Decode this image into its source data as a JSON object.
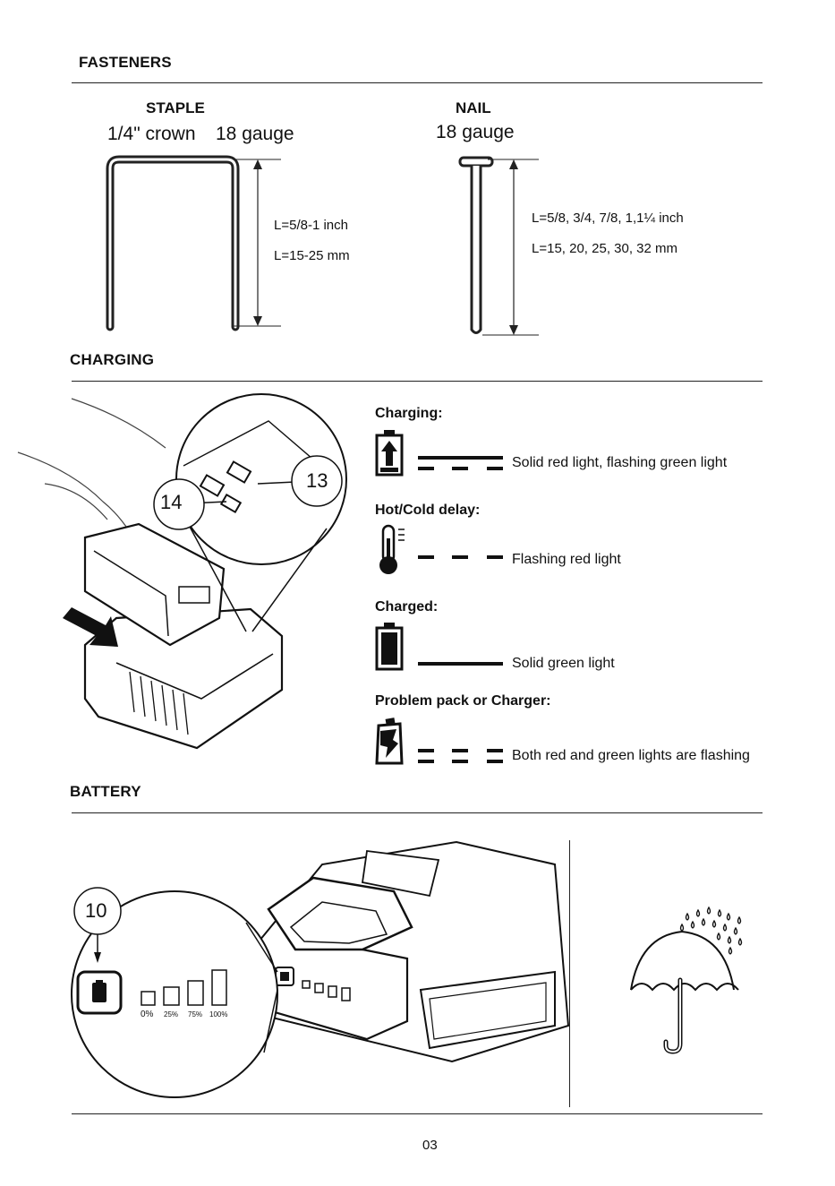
{
  "sections": {
    "fasteners": "FASTENERS",
    "charging": "CHARGING",
    "battery": "BATTERY"
  },
  "staple": {
    "title": "STAPLE",
    "crown": "1/4\" crown",
    "gauge": "18 gauge",
    "length_in": "L=5/8-1 inch",
    "length_mm": "L=15-25 mm"
  },
  "nail": {
    "title": "NAIL",
    "gauge": "18 gauge",
    "length_in": "L=5/8, 3/4, 7/8, 1,1¼ inch",
    "length_mm": "L=15, 20, 25, 30, 32 mm"
  },
  "charging_callouts": {
    "left": "14",
    "right": "13"
  },
  "indicators": [
    {
      "title": "Charging:",
      "description": "Solid red light, flashing green light",
      "icon": "battery-charging-icon"
    },
    {
      "title": "Hot/Cold delay:",
      "description": "Flashing red light",
      "icon": "thermometer-icon"
    },
    {
      "title": "Charged:",
      "description": "Solid green light",
      "icon": "battery-full-icon"
    },
    {
      "title": "Problem pack or Charger:",
      "description": "Both red and green lights are flashing",
      "icon": "battery-fault-icon"
    }
  ],
  "battery": {
    "callout": "10",
    "levels": [
      "0%",
      "25%",
      "75%",
      "100%"
    ]
  },
  "page_number": "03"
}
